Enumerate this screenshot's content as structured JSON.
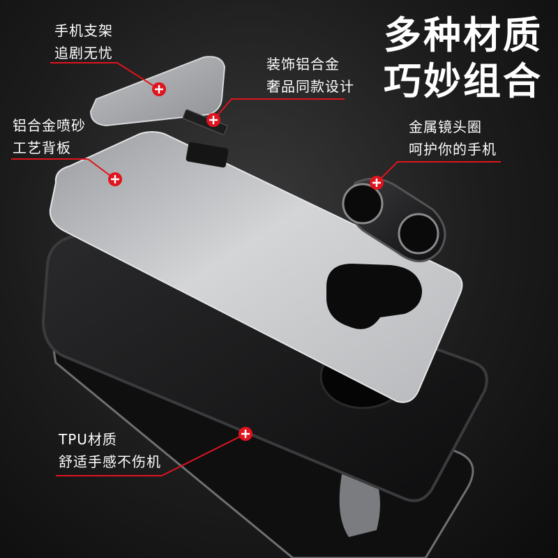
{
  "headline": {
    "line1": "多种材质",
    "line2": "巧妙组合"
  },
  "callouts": {
    "stand": {
      "line1": "手机支架",
      "line2": "追剧无忧"
    },
    "aluminum_trim": {
      "line1": "装饰铝合金",
      "line2": "奢品同款设计"
    },
    "back_plate": {
      "line1": "铝合金喷砂",
      "line2": "工艺背板"
    },
    "lens_ring": {
      "line1": "金属镜头圈",
      "line2": "呵护你的手机"
    },
    "tpu": {
      "line1": "TPU材质",
      "line2": "舒适手感不伤机"
    }
  },
  "colors": {
    "accent_red": "#e0141e",
    "leader_line": "#e0141e",
    "text": "#ffffff"
  },
  "icons": [
    "plus-marker-icon"
  ]
}
